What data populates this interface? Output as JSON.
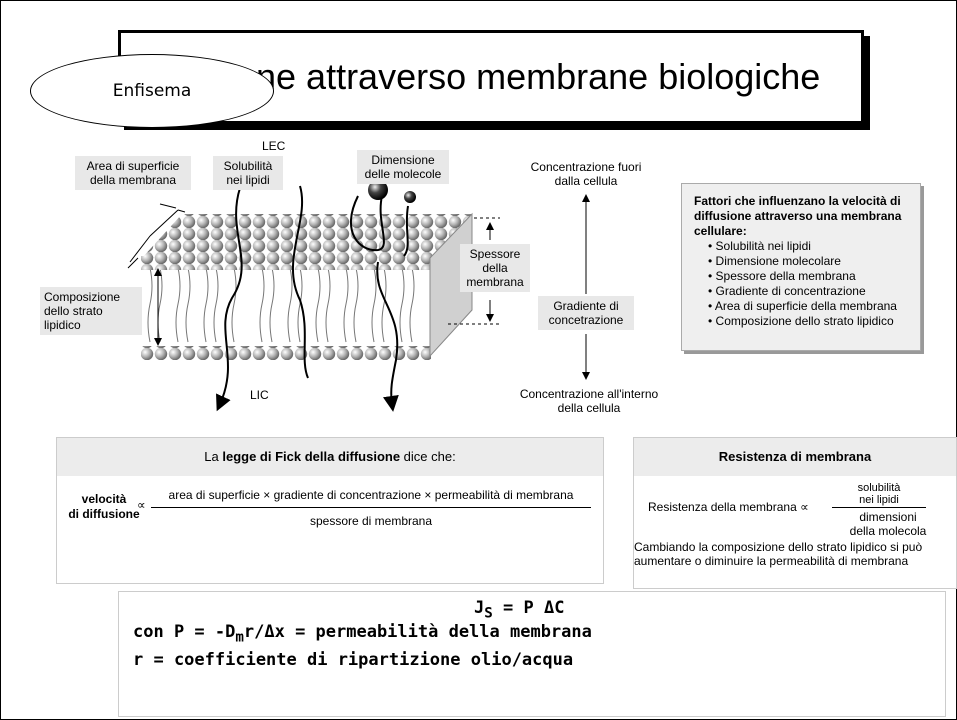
{
  "title": "ne attraverso membrane biologiche",
  "callout": "Enfisema",
  "diagram": {
    "lec": "LEC",
    "lic": "LIC",
    "area": "Area di superficie della membrana",
    "solubility": "Solubilità nei lipidi",
    "dimension": "Dimensione delle molecole",
    "thickness": "Spessore della membrana",
    "composition": "Composizione dello strato lipidico",
    "conc_out": "Concentrazione fuori dalla cellula",
    "gradient": "Gradiente di concetrazione",
    "conc_in": "Concentrazione all'interno della cellula"
  },
  "factors": {
    "heading": "Fattori che influenzano la velocità di diffusione attraverso una membrana cellulare:",
    "items": [
      "Solubilità nei lipidi",
      "Dimensione molecolare",
      "Spessore della membrana",
      "Gradiente di concentrazione",
      "Area di superficie della membrana",
      "Composizione dello strato lipidico"
    ]
  },
  "fick": {
    "pre": "La ",
    "bold": "legge di Fick della diffusione",
    "post": " dice che:",
    "lhs1": "velocità",
    "lhs2": "di diffusione",
    "prop": "∝",
    "numerator": "area di superficie × gradiente di concentrazione × permeabilità di membrana",
    "denominator": "spessore di membrana"
  },
  "resistance": {
    "title": "Resistenza di membrana",
    "lhs": "Resistenza della membrana",
    "prop": "∝",
    "num1": "solubilità",
    "num2": "nei lipidi",
    "den1": "dimensioni",
    "den2": "della molecola",
    "note": "Cambiando la composizione dello strato lipidico si può aumentare o diminuire la permeabilità di membrana"
  },
  "formula": {
    "line1": "J",
    "line1_sub": "S",
    "line1_rest": " = P ΔC",
    "line2_a": "con P = -D",
    "line2_sub": "m",
    "line2_b": "r/Δx = permeabilità della membrana",
    "line3": "r = coefficiente di ripartizione olio/acqua"
  }
}
